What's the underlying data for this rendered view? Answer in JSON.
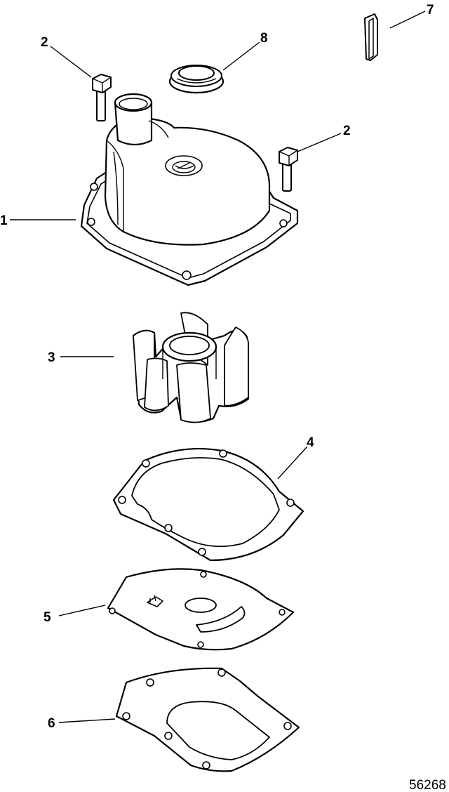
{
  "diagram": {
    "callouts": [
      "1",
      "2",
      "2",
      "3",
      "4",
      "5",
      "6",
      "7",
      "8"
    ],
    "figure_number": "56268"
  },
  "parts": [
    {
      "callout": "1",
      "name": "pump-housing"
    },
    {
      "callout": "2",
      "name": "housing-screw"
    },
    {
      "callout": "3",
      "name": "impeller"
    },
    {
      "callout": "4",
      "name": "gasket"
    },
    {
      "callout": "5",
      "name": "face-plate"
    },
    {
      "callout": "6",
      "name": "gasket"
    },
    {
      "callout": "7",
      "name": "key"
    },
    {
      "callout": "8",
      "name": "seal"
    }
  ]
}
